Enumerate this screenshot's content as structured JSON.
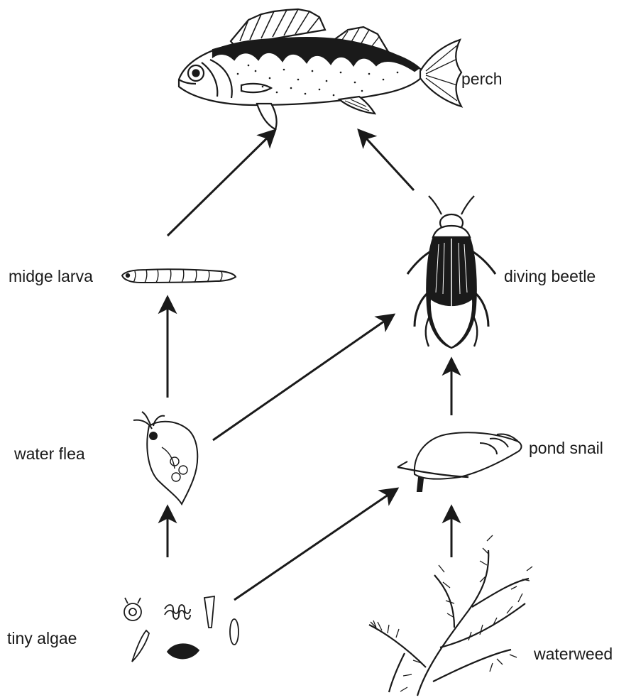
{
  "diagram": {
    "organisms": {
      "perch": "perch",
      "diving_beetle": "diving beetle",
      "midge_larva": "midge larva",
      "water_flea": "water flea",
      "pond_snail": "pond snail",
      "tiny_algae": "tiny algae",
      "waterweed": "waterweed"
    },
    "links": [
      {
        "from": "midge larva",
        "to": "perch"
      },
      {
        "from": "diving beetle",
        "to": "perch"
      },
      {
        "from": "water flea",
        "to": "midge larva"
      },
      {
        "from": "water flea",
        "to": "diving beetle"
      },
      {
        "from": "pond snail",
        "to": "diving beetle"
      },
      {
        "from": "tiny algae",
        "to": "water flea"
      },
      {
        "from": "tiny algae",
        "to": "pond snail"
      },
      {
        "from": "waterweed",
        "to": "pond snail"
      }
    ],
    "colors": {
      "ink": "#1a1a1a",
      "background": "#ffffff"
    }
  }
}
